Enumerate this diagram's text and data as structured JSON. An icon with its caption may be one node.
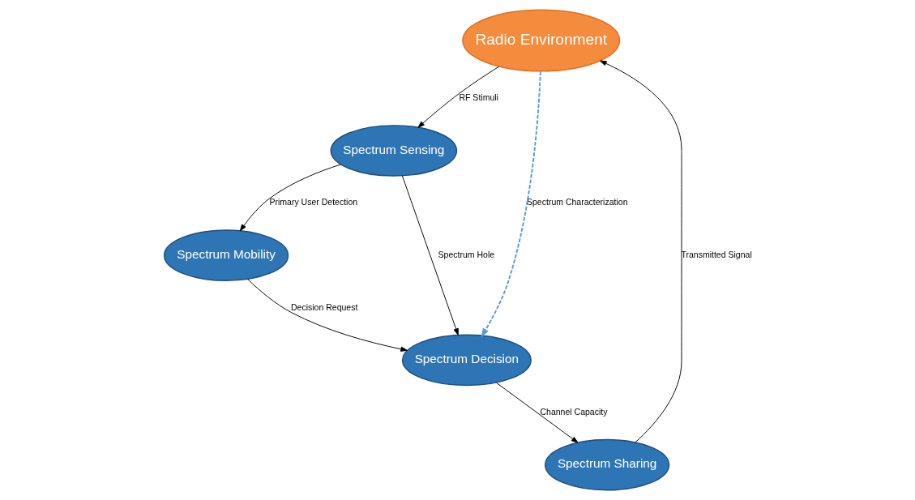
{
  "diagram": {
    "nodes": [
      {
        "text": [
          "Radio Environment"
        ]
      },
      {
        "text": [
          "Spectrum Mobility"
        ]
      },
      {
        "text": [
          "Spectrum Sharing"
        ]
      },
      {
        "text": [
          "Spectrum Sensing"
        ]
      },
      {
        "text": [
          "Spectrum Decision"
        ]
      }
    ],
    "edges": [
      {
        "from": 0,
        "to": 3,
        "arrow": "to",
        "label": "RF Stimuli"
      },
      {
        "from": 3,
        "to": 1,
        "arrow": "to",
        "label": "Primary User Detection"
      },
      {
        "from": 0,
        "to": 4,
        "arrow": "to",
        "label": "Spectrum Characterization",
        "style": "dashed",
        "color": "#5b9bd5"
      },
      {
        "from": 1,
        "to": 4,
        "arrow": "to",
        "label": "Decision Request"
      },
      {
        "from": 3,
        "to": 4,
        "arrow": "to",
        "label": "Spectrum Hole"
      },
      {
        "from": 4,
        "to": 2,
        "arrow": "to",
        "label": "Channel Capacity"
      },
      {
        "from": 2,
        "to": 0,
        "arrow": "to",
        "label": "Transmitted Signal"
      }
    ]
  }
}
